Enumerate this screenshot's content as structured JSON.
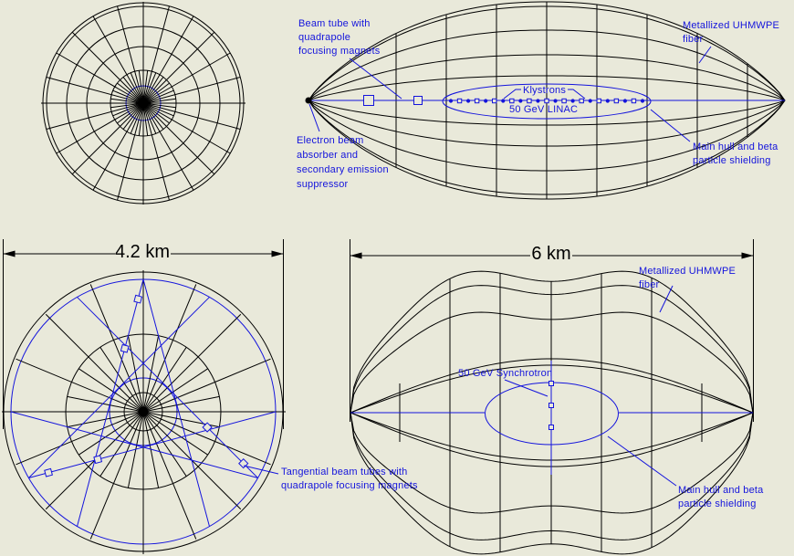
{
  "palette": {
    "background": "#E9E9DA",
    "line": "#000000",
    "accent_blue": "#1414DC"
  },
  "dimensions": {
    "disc_width": "4.2 km",
    "hull_width": "6 km"
  },
  "annotations": {
    "beam_tube": {
      "lines": [
        "Beam tube with",
        "quadrapole",
        "focusing magnets"
      ]
    },
    "metallized_top": {
      "lines": [
        "Metallized UHMWPE",
        "fiber"
      ]
    },
    "klystrons": {
      "label": "Klystrons"
    },
    "linac": {
      "label": "50 GeV LINAC"
    },
    "electron_absorber": {
      "lines": [
        "Electron beam",
        "absorber and",
        "secondary emission",
        "suppressor"
      ]
    },
    "main_hull_top": {
      "lines": [
        "Main hull and beta",
        "particle shielding"
      ]
    },
    "metallized_bottom": {
      "lines": [
        "Metallized UHMWPE",
        "fiber"
      ]
    },
    "synchrotron": {
      "label": "50 GeV Synchrotron"
    },
    "tangential": {
      "lines": [
        "Tangential beam tubes with",
        "quadrapole focusing magnets"
      ]
    },
    "main_hull_bottom": {
      "lines": [
        "Main hull and beta",
        "particle shielding"
      ]
    }
  }
}
